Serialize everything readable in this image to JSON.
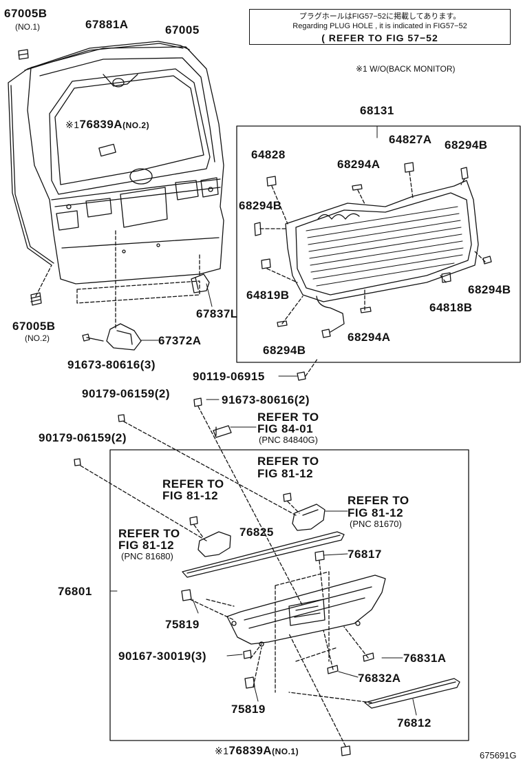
{
  "note": {
    "line_jp": "プラグホールはFIG57−52に掲載してあります。",
    "line_en": "Regarding PLUG HOLE , it is indicated in FIG57−52",
    "line_ref": "( REFER TO FIG 57−52"
  },
  "footnote": "※1 W/O(BACK MONITOR)",
  "mark": "※1",
  "diagram_id": "675691G",
  "parts": {
    "p67005b_1": "67005B",
    "p67005b_1_sub": "(NO.1)",
    "p67881a": "67881A",
    "p67005": "67005",
    "p76839a_2": "76839A",
    "p76839a_2_sub": "(NO.2)",
    "p68131": "68131",
    "p64828": "64828",
    "p64827a": "64827A",
    "p68294b_tr": "68294B",
    "p68294a_t": "68294A",
    "p68294b_l": "68294B",
    "p64819b": "64819B",
    "p68294b_r": "68294B",
    "p64818b": "64818B",
    "p68294b_b": "68294B",
    "p68294a_b": "68294A",
    "p67005b_2": "67005B",
    "p67005b_2_sub": "(NO.2)",
    "p67837l": "67837L",
    "p67372a": "67372A",
    "p91673_1": "91673-80616(3)",
    "p90119": "90119-06915",
    "p90179_1": "90179-06159(2)",
    "p91673_2": "91673-80616(2)",
    "p90179_2": "90179-06159(2)",
    "ref84_1": "REFER TO",
    "ref84_2": "FIG 84-01",
    "ref84_3": "(PNC 84840G)",
    "ref81a_1": "REFER TO",
    "ref81a_2": "FIG 81-12",
    "ref81b_1": "REFER TO",
    "ref81b_2": "FIG 81-12",
    "ref81c_1": "REFER TO",
    "ref81c_2": "FIG 81-12",
    "ref81c_3": "(PNC 81670)",
    "ref81d_1": "REFER TO",
    "ref81d_2": "FIG 81-12",
    "ref81d_3": "(PNC 81680)",
    "p76825": "76825",
    "p76817": "76817",
    "p76801": "76801",
    "p75819_1": "75819",
    "p90167": "90167-30019(3)",
    "p76831a": "76831A",
    "p76832a": "76832A",
    "p75819_2": "75819",
    "p76812": "76812",
    "p76839a_1": "76839A",
    "p76839a_1_sub": "(NO.1)"
  }
}
